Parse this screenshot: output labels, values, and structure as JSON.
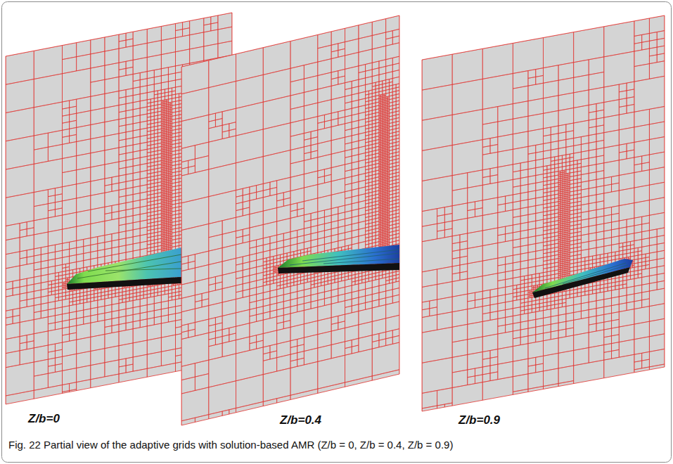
{
  "diagram": {
    "caption": "Fig. 22 Partial view of the adaptive grids with solution-based AMR (Z/b = 0, Z/b = 0.4, Z/b = 0.9)",
    "labels": [
      "Z/b=0",
      "Z/b=0.4",
      "Z/b=0.9"
    ]
  }
}
